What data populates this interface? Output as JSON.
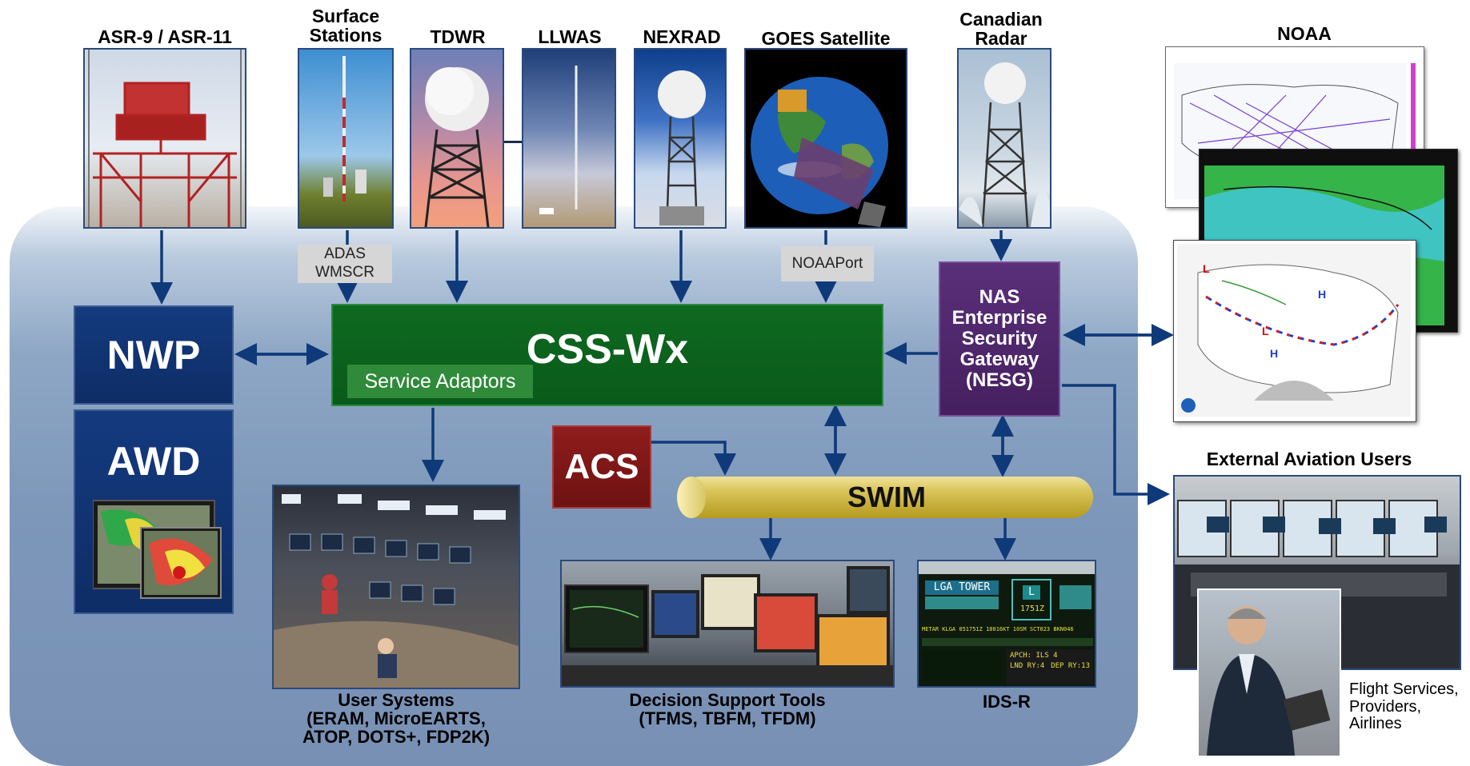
{
  "sources": {
    "asr": "ASR-9 / ASR-11",
    "surface": "Surface\nStations",
    "tdwr": "TDWR",
    "llwas": "LLWAS",
    "nexrad": "NEXRAD",
    "goes": "GOES Satellite",
    "canadian": "Canadian\nRadar",
    "noaa": "NOAA"
  },
  "tags": {
    "adas": "ADAS\nWMSCR",
    "noaaport": "NOAAPort"
  },
  "boxes": {
    "nwp": "NWP",
    "awd": "AWD",
    "css": "CSS-Wx",
    "service_adaptors": "Service Adaptors",
    "acs": "ACS",
    "nesg": "NAS\nEnterprise\nSecurity\nGateway\n(NESG)",
    "swim": "SWIM"
  },
  "consumers": {
    "user_systems": "User Systems\n(ERAM, MicroEARTS,\nATOP, DOTS+, FDP2K)",
    "dst": "Decision Support Tools\n(TFMS, TBFM, TFDM)",
    "idsr": "IDS-R",
    "external": "External Aviation Users",
    "flight_services": "Flight Services,\nProviders,\nAirlines"
  },
  "idsr_screen": {
    "title": "LGA TOWER",
    "runway": "L",
    "time": "1751Z",
    "metar": "METAR KLGA 051751Z 18016KT 10SM SCT023 BKN046",
    "appr": "APCH: ILS 4",
    "lnd": "LND RY:4",
    "dep": "DEP RY:13"
  },
  "colors": {
    "panel": "#7d97ba",
    "arrow": "#0f3a7a",
    "nwp": "#143a7e",
    "css": "#0e6a20",
    "acs": "#8f1c1c",
    "nesg": "#5a2f7a",
    "swim": "#d9c459"
  }
}
